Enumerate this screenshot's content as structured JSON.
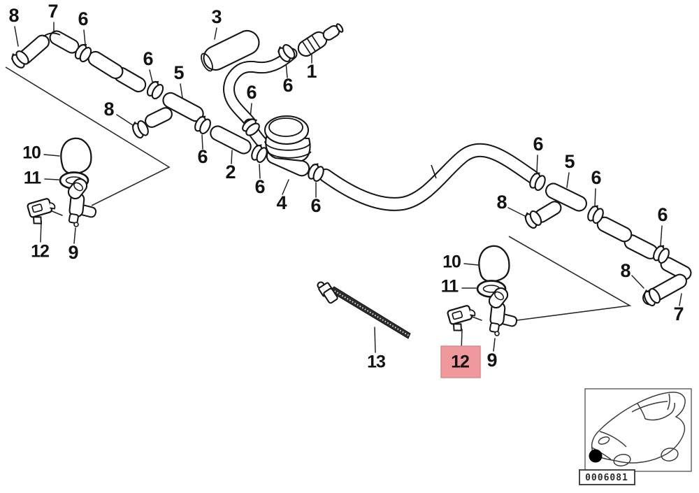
{
  "page": {
    "background": "#ffffff"
  },
  "colors": {
    "line": "#151515",
    "highlight_fill": "#f0999d",
    "highlight_stroke": "#de878c",
    "inset_border": "#5a5a5a"
  },
  "callouts": [
    {
      "label": "8"
    },
    {
      "label": "7"
    },
    {
      "label": "6"
    },
    {
      "label": "6"
    },
    {
      "label": "5"
    },
    {
      "label": "3"
    },
    {
      "label": "6"
    },
    {
      "label": "6"
    },
    {
      "label": "1"
    },
    {
      "label": "8"
    },
    {
      "label": "6"
    },
    {
      "label": "2"
    },
    {
      "label": "6"
    },
    {
      "label": "4"
    },
    {
      "label": "6"
    },
    {
      "label": "6"
    },
    {
      "label": "5"
    },
    {
      "label": "8"
    },
    {
      "label": "6"
    },
    {
      "label": "6"
    },
    {
      "label": "8"
    },
    {
      "label": "7"
    },
    {
      "label": "10"
    },
    {
      "label": "11"
    },
    {
      "label": "12"
    },
    {
      "label": "9"
    },
    {
      "label": "13"
    },
    {
      "label": "10"
    },
    {
      "label": "11"
    },
    {
      "label": "12",
      "highlighted": true
    },
    {
      "label": "9"
    }
  ],
  "inset": {
    "image_code": "0006081"
  }
}
